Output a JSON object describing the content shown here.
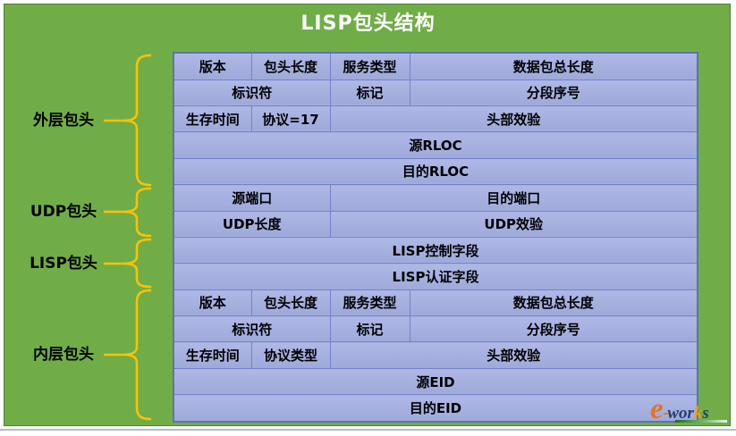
{
  "title": "LISP包头结构",
  "colors": {
    "panel_green": "#70AD47",
    "panel_border_green": "#4F7D36",
    "cell_blue": "#A6B0DF",
    "cell_border_blue": "#7282C8",
    "table_outer_border": "#5C73B6",
    "brace_gold": "#FFC104",
    "title_text": "#FFFFFF",
    "cell_text": "#000000"
  },
  "sections": [
    {
      "label": "外层包头"
    },
    {
      "label": "UDP包头"
    },
    {
      "label": "LISP包头"
    },
    {
      "label": "内层包头"
    }
  ],
  "table": {
    "rows": [
      {
        "cells": [
          {
            "text": "版本",
            "span": "1"
          },
          {
            "text": "包头长度",
            "span": "1"
          },
          {
            "text": "服务类型",
            "span": "1"
          },
          {
            "text": "数据包总长度",
            "span": "1"
          }
        ]
      },
      {
        "cells": [
          {
            "text": "标识符",
            "span": "2"
          },
          {
            "text": "标记",
            "span": "1"
          },
          {
            "text": "分段序号",
            "span": "1"
          }
        ]
      },
      {
        "cells": [
          {
            "text": "生存时间",
            "span": "1"
          },
          {
            "text": "协议=17",
            "span": "1"
          },
          {
            "text": "头部效验",
            "span": "2"
          }
        ]
      },
      {
        "cells": [
          {
            "text": "源RLOC",
            "span": "4"
          }
        ]
      },
      {
        "cells": [
          {
            "text": "目的RLOC",
            "span": "4"
          }
        ]
      },
      {
        "cells": [
          {
            "text": "源端口",
            "span": "2"
          },
          {
            "text": "目的端口",
            "span": "2"
          }
        ]
      },
      {
        "cells": [
          {
            "text": "UDP长度",
            "span": "2"
          },
          {
            "text": "UDP效验",
            "span": "2"
          }
        ]
      },
      {
        "cells": [
          {
            "text": "LISP控制字段",
            "span": "4"
          }
        ]
      },
      {
        "cells": [
          {
            "text": "LISP认证字段",
            "span": "4"
          }
        ]
      },
      {
        "cells": [
          {
            "text": "版本",
            "span": "1"
          },
          {
            "text": "包头长度",
            "span": "1"
          },
          {
            "text": "服务类型",
            "span": "1"
          },
          {
            "text": "数据包总长度",
            "span": "1"
          }
        ]
      },
      {
        "cells": [
          {
            "text": "标识符",
            "span": "2"
          },
          {
            "text": "标记",
            "span": "1"
          },
          {
            "text": "分段序号",
            "span": "1"
          }
        ]
      },
      {
        "cells": [
          {
            "text": "生存时间",
            "span": "1"
          },
          {
            "text": "协议类型",
            "span": "1"
          },
          {
            "text": "头部效验",
            "span": "2"
          }
        ]
      },
      {
        "cells": [
          {
            "text": "源EID",
            "span": "4"
          }
        ]
      },
      {
        "cells": [
          {
            "text": "目的EID",
            "span": "4"
          }
        ]
      }
    ]
  },
  "logo": {
    "text_e": "e",
    "text_dash": "-",
    "text_wor": "wor",
    "text_k": "k",
    "text_s": "s"
  }
}
